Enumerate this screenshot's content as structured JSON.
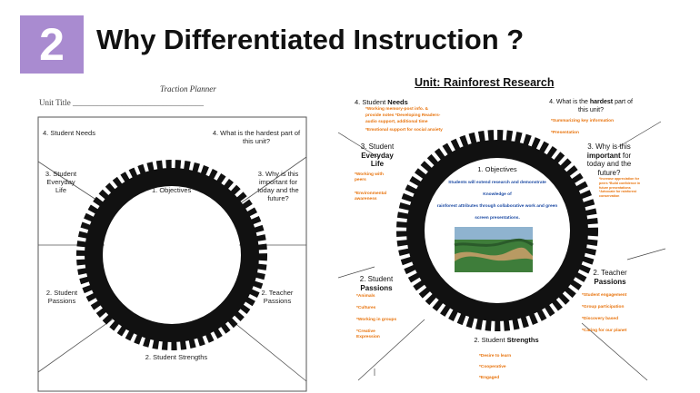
{
  "slide": {
    "number": "2",
    "title": "Why Differentiated Instruction ?",
    "colors": {
      "badge": "#a98bd0",
      "orange_text": "#e8730c",
      "objective_text": "#1c4aa3"
    }
  },
  "left_planner": {
    "header": "Traction Planner",
    "unit_title_label": "Unit Title ________________________________",
    "center": "1. Objectives",
    "student_needs": "4. Student Needs",
    "hardest_part": "4. What is the hardest part of this unit?",
    "everyday_life": "3. Student Everyday Life",
    "why_important": "3. Why is this important for today and the future?",
    "passions": "2. Student Passions",
    "teacher_passions": "2. Teacher Passions",
    "strengths": "2. Student Strengths"
  },
  "right_planner": {
    "unit_title": "Unit: Rainforest Research",
    "student_needs_heading": "4. Student ",
    "student_needs_heading_bold": "Needs",
    "student_needs_items": [
      "*Working memory-post info. &",
      "provide notes *Developing Readers-",
      "audio support, additional time",
      "*Emotional support for social anxiety"
    ],
    "hardest_heading_1": "4. What is the ",
    "hardest_heading_bold": "hardest",
    "hardest_heading_2": " part of this unit?",
    "hardest_items": [
      "*Summarizing key information",
      "*Presentation"
    ],
    "everyday_heading": "3. Student",
    "everyday_heading_bold": "Everyday Life",
    "everyday_items": [
      "*Working with peers",
      "*Environmental awareness"
    ],
    "why_heading_1": "3. Why is this",
    "why_heading_bold": "important",
    "why_heading_2": " for today and the future?",
    "why_items": [
      "*Increase appreciation for peers *Build confidence in future presentations *Advocate for rainforest conservation"
    ],
    "objectives_heading": "1. Objectives",
    "objectives_lines": [
      "Students will extend research and demonstrate",
      "Knowledge of",
      "rainforest attributes through collaborative work and green",
      "screen presentations."
    ],
    "passions_heading": "2. Student",
    "passions_heading_bold": "Passions",
    "passions_items": [
      "*Animals",
      "*Cultures",
      "*Working in groups",
      "*Creative Expression"
    ],
    "teacher_heading": "2. Teacher",
    "teacher_heading_bold": "Passions",
    "teacher_items": [
      "*Student engagement",
      "*Group participation",
      "*Discovery based",
      "*Caring for our planet"
    ],
    "strengths_heading": "2. Student ",
    "strengths_heading_bold": "Strengths",
    "strengths_items": [
      "*Desire to learn",
      "*Cooperative",
      "*Engaged"
    ]
  }
}
